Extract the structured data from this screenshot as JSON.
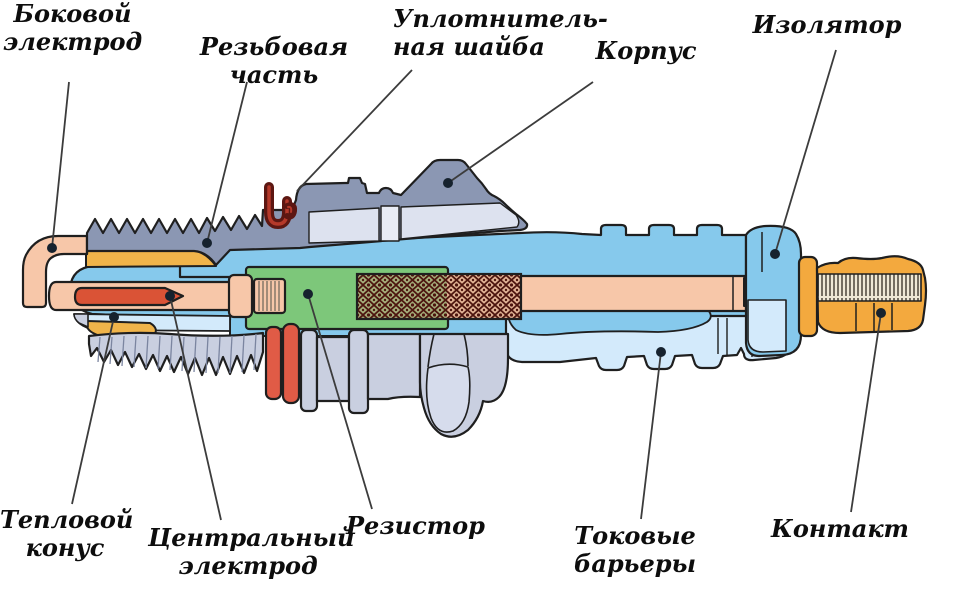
{
  "diagram": {
    "subject": "spark-plug-cross-section",
    "language": "ru"
  },
  "labels": [
    {
      "id": "side-electrode",
      "text": "Боковой\nэлектрод"
    },
    {
      "id": "threaded-part",
      "text": "Резьбовая часть"
    },
    {
      "id": "sealing-washer",
      "text": "Уплотнитель-\nная шайба"
    },
    {
      "id": "housing",
      "text": "Корпус"
    },
    {
      "id": "insulator",
      "text": "Изолятор"
    },
    {
      "id": "heat-cone",
      "text": "Тепловой\nконус"
    },
    {
      "id": "central-electrode",
      "text": "Центральный\nэлектрод"
    },
    {
      "id": "resistor",
      "text": "Резистор"
    },
    {
      "id": "current-barriers",
      "text": "Токовые барьеры"
    },
    {
      "id": "contact",
      "text": "Контакт"
    }
  ],
  "colors": {
    "housing_gray": "#8b97b3",
    "housing_light": "#dde2ef",
    "machinery_gray": "#c9cfe0",
    "insulator_blue": "#86c9ec",
    "insulator_light_blue": "#d3eafb",
    "interior_yellow": "#f0b44a",
    "electrode_pink": "#f7c7a9",
    "core_red": "#da5336",
    "gasket_red": "#e05b46",
    "washer_maroon": "#5d1712",
    "resistor_green": "#7dc77a",
    "seal_hatch": "#4d150f",
    "contact_orange": "#f3a93e",
    "outline": "#1f1f1f",
    "leader_line": "#3c3c3c"
  }
}
